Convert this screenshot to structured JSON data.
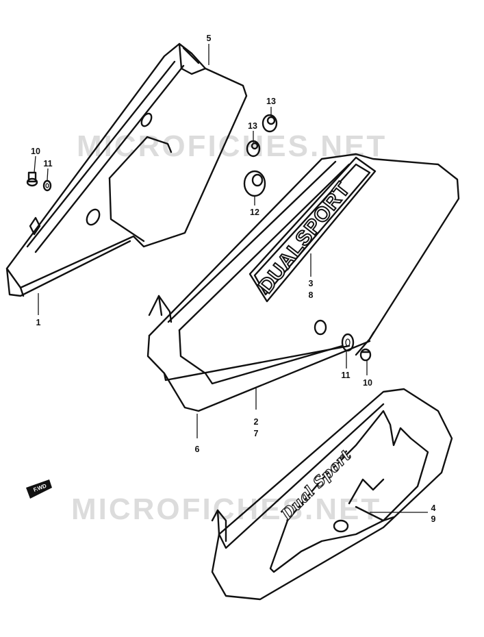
{
  "diagram": {
    "watermarks": [
      "MICROFICHES.NET",
      "MICROFICHES.NET"
    ],
    "brand_text": "DUALSPORT",
    "script_text": "Dual Sport",
    "forward_label": "F.WD",
    "callouts": {
      "c1": "1",
      "c2": "2",
      "c3": "3",
      "c4": "4",
      "c5": "5",
      "c6": "6",
      "c7": "7",
      "c8": "8",
      "c9": "9",
      "c10a": "10",
      "c10b": "10",
      "c11a": "11",
      "c11b": "11",
      "c12": "12",
      "c13a": "13",
      "c13b": "13"
    }
  }
}
